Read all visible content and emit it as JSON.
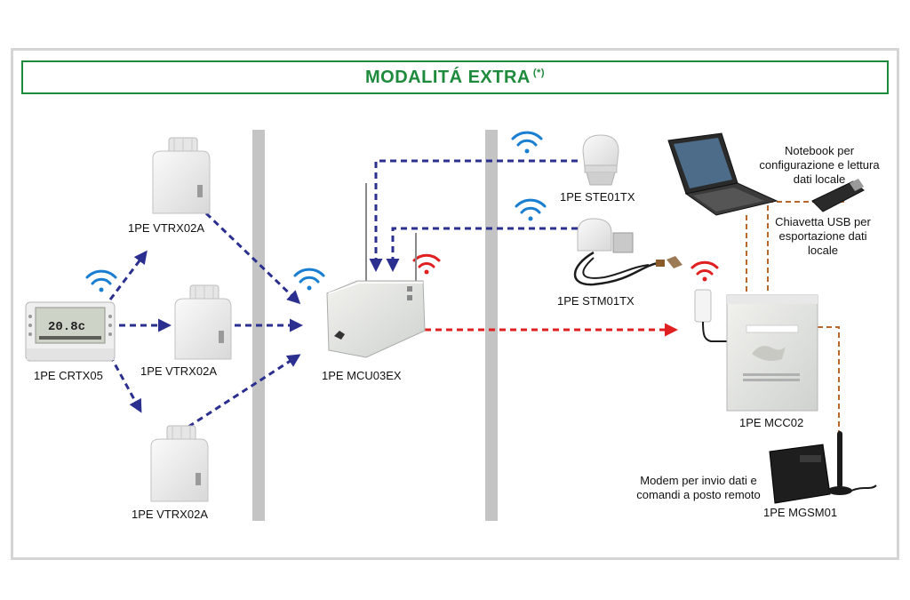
{
  "title": {
    "text": "MODALITÁ EXTRA",
    "note": "(*)"
  },
  "devices": {
    "crtx05": "1PE CRTX05",
    "vtrx_top": "1PE VTRX02A",
    "vtrx_mid": "1PE VTRX02A",
    "vtrx_bot": "1PE VTRX02A",
    "mcu03ex": "1PE MCU03EX",
    "ste01tx": "1PE STE01TX",
    "stm01tx": "1PE STM01TX",
    "mcc02": "1PE MCC02",
    "mgsm01": "1PE MGSM01"
  },
  "thermostat_display": "20.8c",
  "notes": {
    "notebook": [
      "Notebook per",
      "configurazione e lettura",
      "dati locale"
    ],
    "usb": [
      "Chiavetta USB per",
      "esportazione dati",
      "locale"
    ],
    "modem": [
      "Modem per invio dati e",
      "comandi a posto remoto"
    ]
  },
  "colors": {
    "title_green": "#1e8a3c",
    "wireless_arrow": "#2b2f8f",
    "radio_link": "#e02020",
    "wired_link": "#b8662a",
    "wifi_blue": "#1a7fd1",
    "wifi_red": "#e02020",
    "separator": "#c4c4c4"
  }
}
